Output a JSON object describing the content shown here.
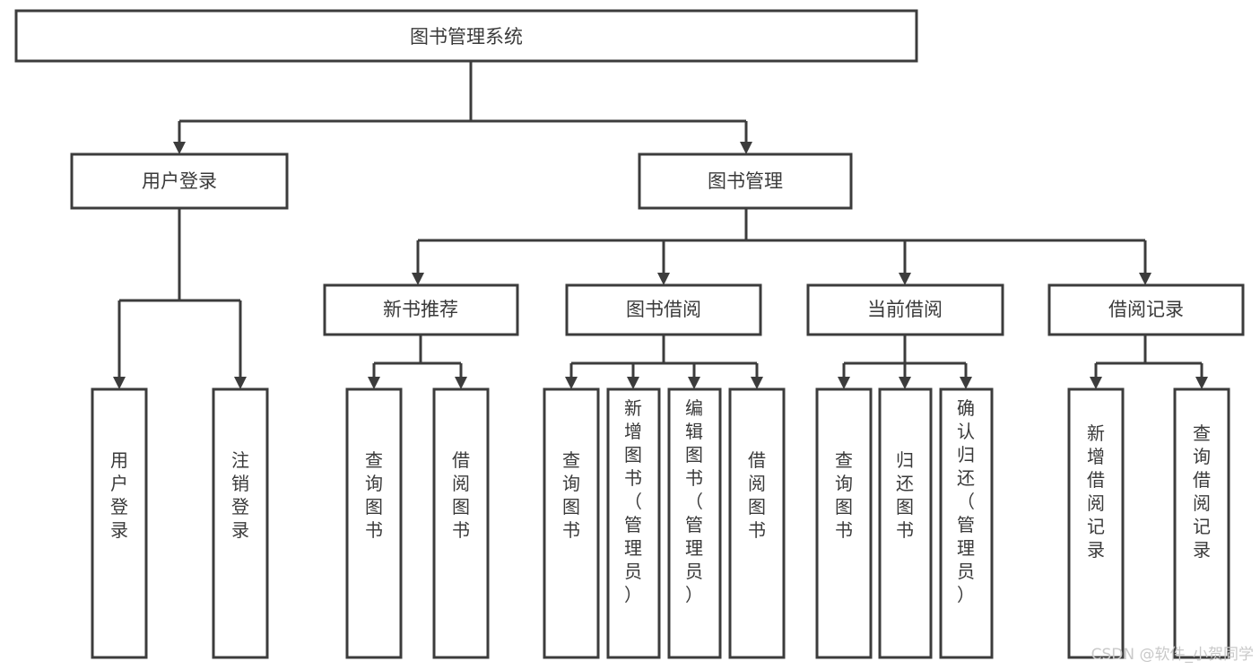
{
  "diagram": {
    "title": "图书管理系统",
    "type": "tree-hierarchy-diagram",
    "colors": {
      "background": "#ffffff",
      "box_fill": "#ffffff",
      "box_stroke": "#3c3c3c",
      "text": "#3a3a3a",
      "watermark": "#c9c9c9"
    },
    "root": {
      "id": "root",
      "label": "图书管理系统"
    },
    "level2": [
      {
        "id": "user-login",
        "label": "用户登录"
      },
      {
        "id": "book-management",
        "label": "图书管理"
      }
    ],
    "level3": [
      {
        "id": "new-book-recommend",
        "label": "新书推荐",
        "parent": "book-management"
      },
      {
        "id": "book-borrow",
        "label": "图书借阅",
        "parent": "book-management"
      },
      {
        "id": "current-borrow",
        "label": "当前借阅",
        "parent": "book-management"
      },
      {
        "id": "borrow-record",
        "label": "借阅记录",
        "parent": "book-management"
      }
    ],
    "leaves": {
      "user-login": [
        {
          "id": "leaf-user-login",
          "label": "用户登录"
        },
        {
          "id": "leaf-user-logout",
          "label": "注销登录"
        }
      ],
      "new-book-recommend": [
        {
          "id": "leaf-query-book-1",
          "label": "查询图书"
        },
        {
          "id": "leaf-borrow-book-1",
          "label": "借阅图书"
        }
      ],
      "book-borrow": [
        {
          "id": "leaf-query-book-2",
          "label": "查询图书"
        },
        {
          "id": "leaf-add-book",
          "label": "新增图书（管理员）"
        },
        {
          "id": "leaf-edit-book",
          "label": "编辑图书（管理员）"
        },
        {
          "id": "leaf-borrow-book-2",
          "label": "借阅图书"
        }
      ],
      "current-borrow": [
        {
          "id": "leaf-query-book-3",
          "label": "查询图书"
        },
        {
          "id": "leaf-return-book",
          "label": "归还图书"
        },
        {
          "id": "leaf-confirm-return",
          "label": "确认归还（管理员）"
        }
      ],
      "borrow-record": [
        {
          "id": "leaf-add-record",
          "label": "新增借阅记录"
        },
        {
          "id": "leaf-query-record",
          "label": "查询借阅记录"
        }
      ]
    },
    "watermark": "CSDN @软件_小贺同学"
  }
}
